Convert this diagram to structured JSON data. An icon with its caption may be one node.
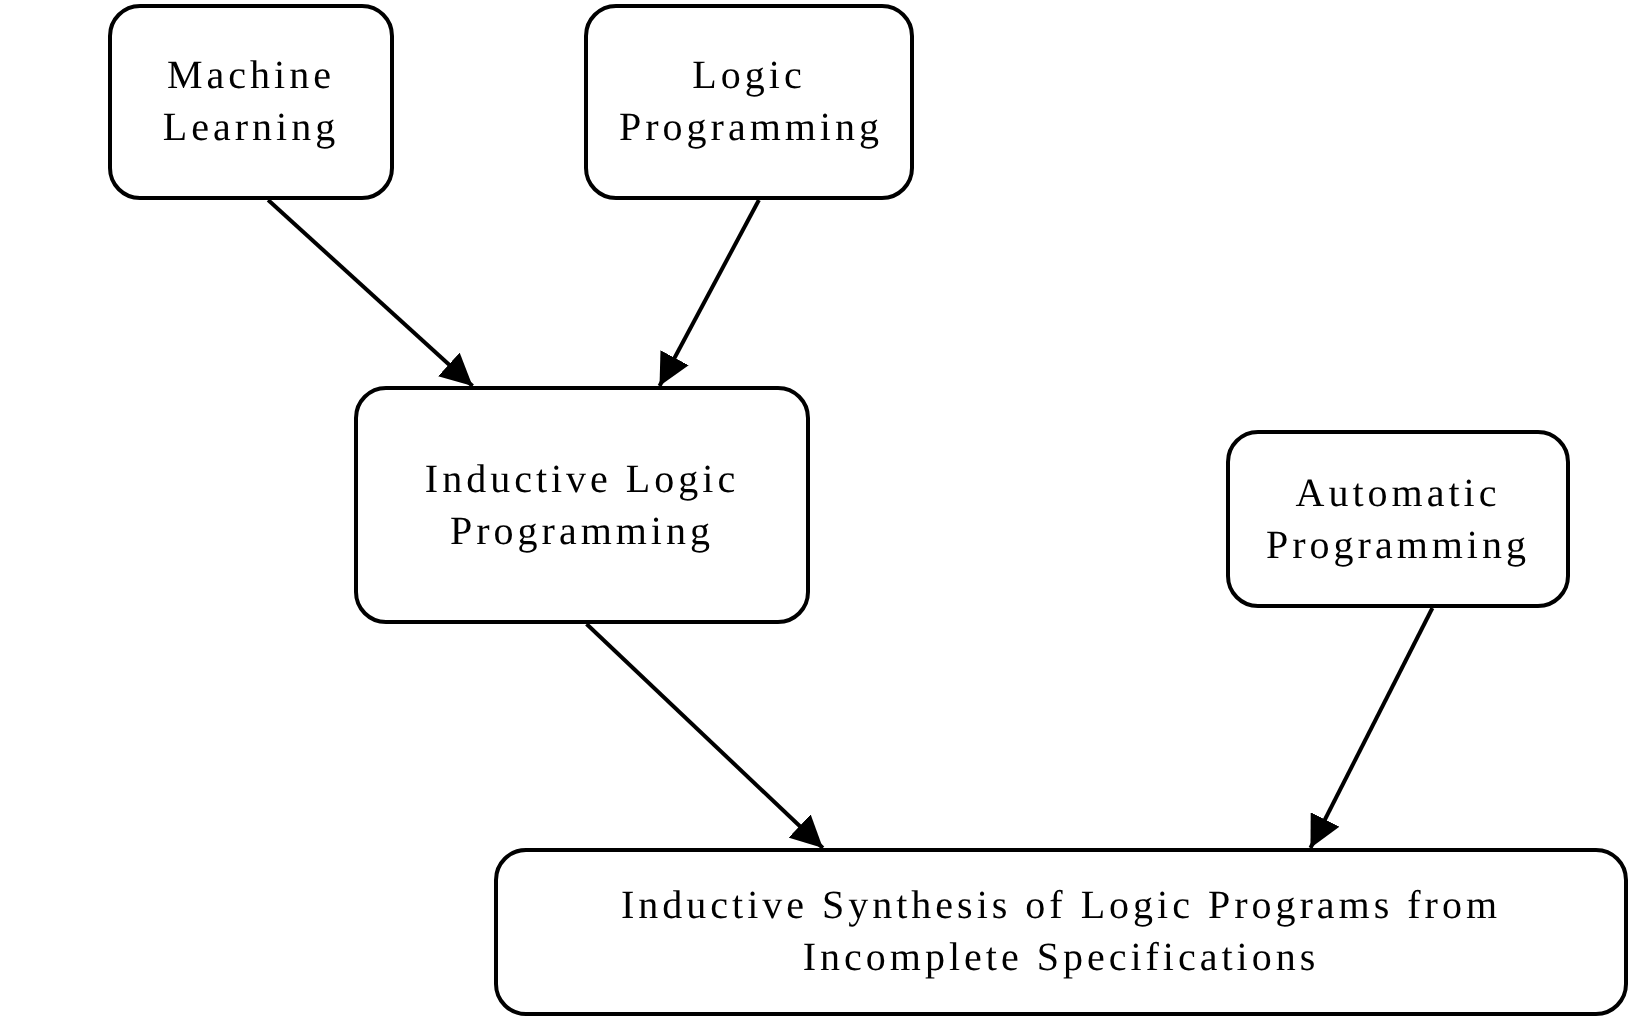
{
  "diagram": {
    "nodes": [
      {
        "text": [
          "Machine Learning"
        ]
      },
      {
        "text": [
          "Logic Programming"
        ]
      },
      {
        "text": [
          "Inductive Logic Programming"
        ]
      },
      {
        "text": [
          "Automatic Programming"
        ]
      },
      {
        "text": [
          "Inductive Synthesis of Logic Programs from Incomplete Specifications"
        ]
      }
    ],
    "edges": [
      {
        "from": 0,
        "to": 2,
        "arrow": "to"
      },
      {
        "from": 1,
        "to": 2,
        "arrow": "to"
      },
      {
        "from": 2,
        "to": 4,
        "arrow": "to"
      },
      {
        "from": 3,
        "to": 4,
        "arrow": "to"
      }
    ]
  }
}
